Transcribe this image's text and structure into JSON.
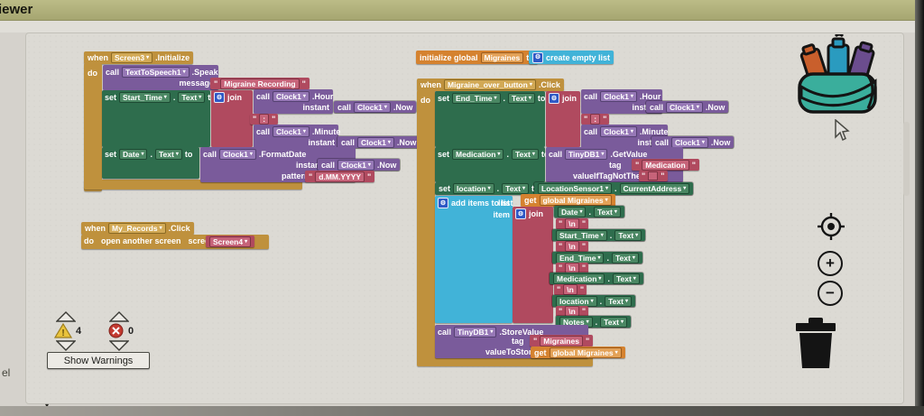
{
  "window": {
    "title": "iewer",
    "side_label": "el"
  },
  "icons": {
    "gear": "⚙",
    "arrow": "▾",
    "plus": "+",
    "minus": "−",
    "warning_mark": "!",
    "quote": "\""
  },
  "c": {
    "when": "when",
    "do": "do",
    "call": "call",
    "set": "set",
    "to": "to",
    "dot": ".",
    "text_prop": "Text",
    "clock": "Clock1",
    "now": ".Now",
    "hour": ".Hour",
    "minute": ".Minute",
    "instant": "instant",
    "join": "join",
    "colon": ":",
    "newline": "\\n",
    "get": "get",
    "tag": "tag",
    "message": "message",
    "pattern": "pattern",
    "list": "list",
    "item": "item"
  },
  "screen3": {
    "component": "Screen3",
    "event": ".Initialize",
    "tts": "TextToSpeech1",
    "speak": ".Speak",
    "message_text": "Migraine Recording",
    "start_time": "Start_Time",
    "date": "Date",
    "format_date": ".FormatDate",
    "pattern_text": "d.MM.YYYY"
  },
  "my_records": {
    "component": "My_Records",
    "event": ".Click",
    "open_screen": "open another screen",
    "screen_name_label": "screenName",
    "screen_name": "Screen4"
  },
  "global_init": {
    "label": "initialize global",
    "name": "Migraines",
    "to": "to",
    "create_empty_list": "create empty list"
  },
  "over": {
    "component": "Migraine_over_button",
    "event": ".Click",
    "end_time": "End_Time",
    "medication": "Medication",
    "tinydb": "TinyDB1",
    "get_value": ".GetValue",
    "tag_text": "Medication",
    "value_if_tag_not_there": "valueIfTagNotThere",
    "location": "location",
    "location_sensor": "LocationSensor1",
    "current_address": "CurrentAddress",
    "add_items": "add items to list",
    "global_get": "global Migraines",
    "store_value": ".StoreValue",
    "store_tag_text": "Migraines",
    "value_to_store": "valueToStore",
    "items": [
      "Date",
      "Start_Time",
      "End_Time",
      "Medication",
      "location",
      "Notes"
    ]
  },
  "status": {
    "warning_count": "4",
    "error_count": "0",
    "show_warnings_label": "Show Warnings"
  }
}
